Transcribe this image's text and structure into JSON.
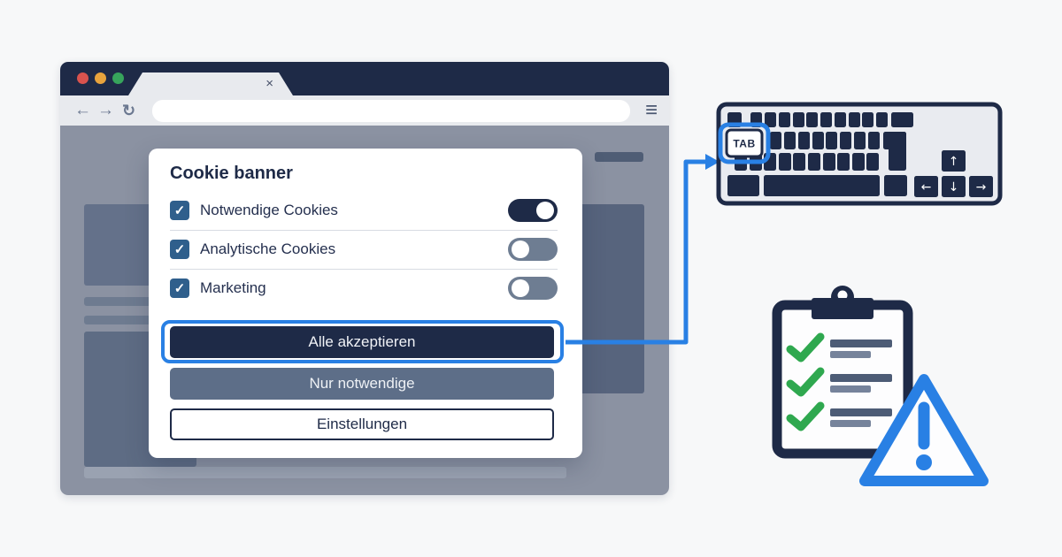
{
  "browser": {
    "tab": {
      "close_glyph": "×"
    },
    "nav": {
      "back_glyph": "←",
      "forward_glyph": "→",
      "refresh_glyph": "↻",
      "menu_glyph": "≡"
    },
    "url": {
      "value": ""
    }
  },
  "cookie_banner": {
    "title": "Cookie banner",
    "check_glyph": "✓",
    "options": [
      {
        "label": "Notwendige Cookies",
        "checked": true,
        "toggle": "on"
      },
      {
        "label": "Analytische Cookies",
        "checked": true,
        "toggle": "off"
      },
      {
        "label": "Marketing",
        "checked": true,
        "toggle": "off"
      }
    ],
    "buttons": [
      {
        "label": "Alle akzeptieren",
        "style": "primary",
        "focused": true
      },
      {
        "label": "Nur notwendige",
        "style": "secondary"
      },
      {
        "label": "Einstellungen",
        "style": "outline"
      }
    ]
  },
  "keyboard": {
    "tab_key_label": "TAB",
    "arrows": {
      "up": "↑",
      "down": "↓",
      "left": "←",
      "right": "→"
    }
  },
  "colors": {
    "navy": "#1e2a47",
    "accent_blue": "#2980e4",
    "green": "#2fa84f",
    "steel": "#5d6e88",
    "page_gray": "#8b92a2"
  }
}
